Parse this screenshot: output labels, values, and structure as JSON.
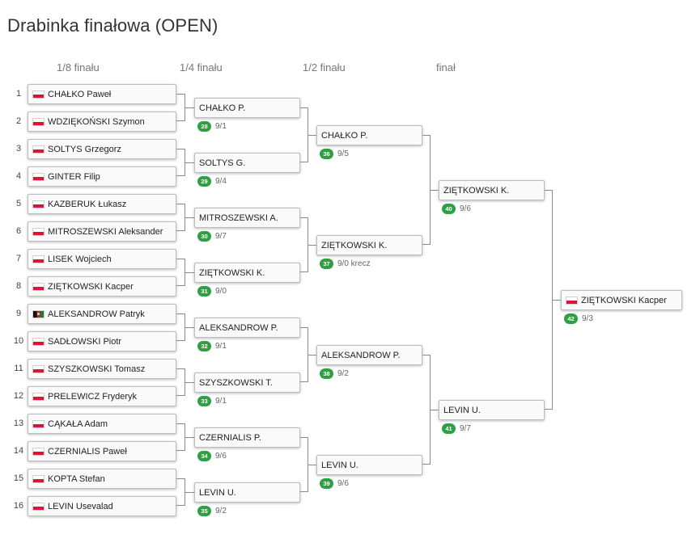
{
  "page": {
    "title": "Drabinka finałowa (OPEN)"
  },
  "rounds": [
    "1/8 finału",
    "1/4 finału",
    "1/2 finału",
    "finał"
  ],
  "colors": {
    "badge": "#2ea043",
    "flag_pl_red": "#dc143c",
    "box_border": "#bdbdbd"
  },
  "players": [
    {
      "seed": "1",
      "name": "CHAŁKO Paweł",
      "flag": "pl"
    },
    {
      "seed": "2",
      "name": "WDZIĘKOŃSKI Szymon",
      "flag": "pl"
    },
    {
      "seed": "3",
      "name": "SOLTYS Grzegorz",
      "flag": "pl"
    },
    {
      "seed": "4",
      "name": "GINTER Filip",
      "flag": "pl"
    },
    {
      "seed": "5",
      "name": "KAZBERUK Łukasz",
      "flag": "pl"
    },
    {
      "seed": "6",
      "name": "MITROSZEWSKI Aleksander",
      "flag": "pl"
    },
    {
      "seed": "7",
      "name": "LISEK Wojciech",
      "flag": "pl"
    },
    {
      "seed": "8",
      "name": "ZIĘTKOWSKI Kacper",
      "flag": "pl"
    },
    {
      "seed": "9",
      "name": "ALEKSANDROW Patryk",
      "flag": "af"
    },
    {
      "seed": "10",
      "name": "SADŁOWSKI Piotr",
      "flag": "pl"
    },
    {
      "seed": "11",
      "name": "SZYSZKOWSKI Tomasz",
      "flag": "pl"
    },
    {
      "seed": "12",
      "name": "PRELEWICZ Fryderyk",
      "flag": "pl"
    },
    {
      "seed": "13",
      "name": "CĄKAŁA Adam",
      "flag": "pl"
    },
    {
      "seed": "14",
      "name": "CZERNIALIS Paweł",
      "flag": "pl"
    },
    {
      "seed": "15",
      "name": "KOPTA Stefan",
      "flag": "pl"
    },
    {
      "seed": "16",
      "name": "LEVIN Usevalad",
      "flag": "pl"
    }
  ],
  "quarterfinals": [
    {
      "name": "CHAŁKO P.",
      "match": "28",
      "score": "9/1"
    },
    {
      "name": "SOLTYS G.",
      "match": "29",
      "score": "9/4"
    },
    {
      "name": "MITROSZEWSKI A.",
      "match": "30",
      "score": "9/7"
    },
    {
      "name": "ZIĘTKOWSKI K.",
      "match": "31",
      "score": "9/0"
    },
    {
      "name": "ALEKSANDROW P.",
      "match": "32",
      "score": "9/1"
    },
    {
      "name": "SZYSZKOWSKI T.",
      "match": "33",
      "score": "9/1"
    },
    {
      "name": "CZERNIALIS P.",
      "match": "34",
      "score": "9/6"
    },
    {
      "name": "LEVIN U.",
      "match": "35",
      "score": "9/2"
    }
  ],
  "semifinals": [
    {
      "name": "CHAŁKO P.",
      "match": "36",
      "score": "9/5"
    },
    {
      "name": "ZIĘTKOWSKI K.",
      "match": "37",
      "score": "9/0 krecz"
    },
    {
      "name": "ALEKSANDROW P.",
      "match": "38",
      "score": "9/2"
    },
    {
      "name": "LEVIN U.",
      "match": "39",
      "score": "9/6"
    }
  ],
  "finals": [
    {
      "name": "ZIĘTKOWSKI K.",
      "match": "40",
      "score": "9/6"
    },
    {
      "name": "LEVIN U.",
      "match": "41",
      "score": "9/7"
    }
  ],
  "winner": {
    "name": "ZIĘTKOWSKI Kacper",
    "flag": "pl",
    "match": "42",
    "score": "9/3"
  }
}
